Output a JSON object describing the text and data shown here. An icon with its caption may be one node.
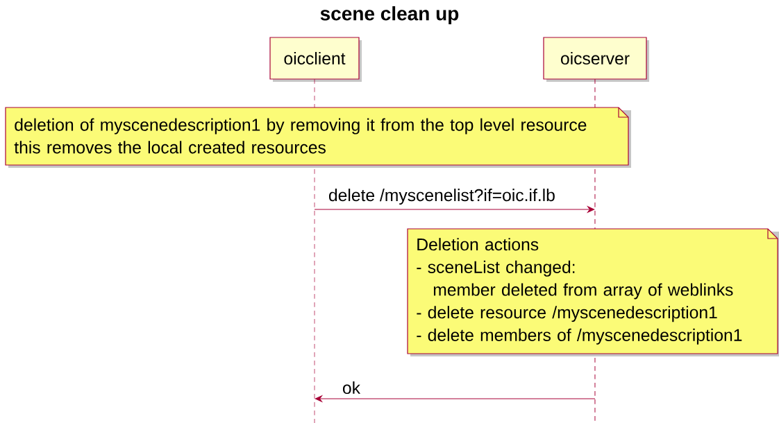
{
  "diagram": {
    "title": "scene clean up",
    "nodes": [
      {
        "text": [
          "oicclient"
        ]
      },
      {
        "text": [
          "oicserver"
        ]
      },
      {
        "text": [
          "deletion of myscenedescription1 by removing it from the top level resource",
          "this removes the local created resources"
        ]
      },
      {
        "text": [
          "Deletion actions",
          "- sceneList changed:",
          "member deleted from array of weblinks",
          "- delete resource /myscenedescription1",
          "- delete members of /myscenedescription1"
        ]
      },
      {
        "text": [],
        "shape": "line"
      },
      {
        "text": [],
        "shape": "line"
      }
    ],
    "edges": [
      {
        "from": 4,
        "to": 5,
        "arrow": "to",
        "label": "delete /myscenelist?if=oic.if.lb"
      },
      {
        "from": 5,
        "to": 4,
        "arrow": "to",
        "label": "ok"
      }
    ]
  }
}
